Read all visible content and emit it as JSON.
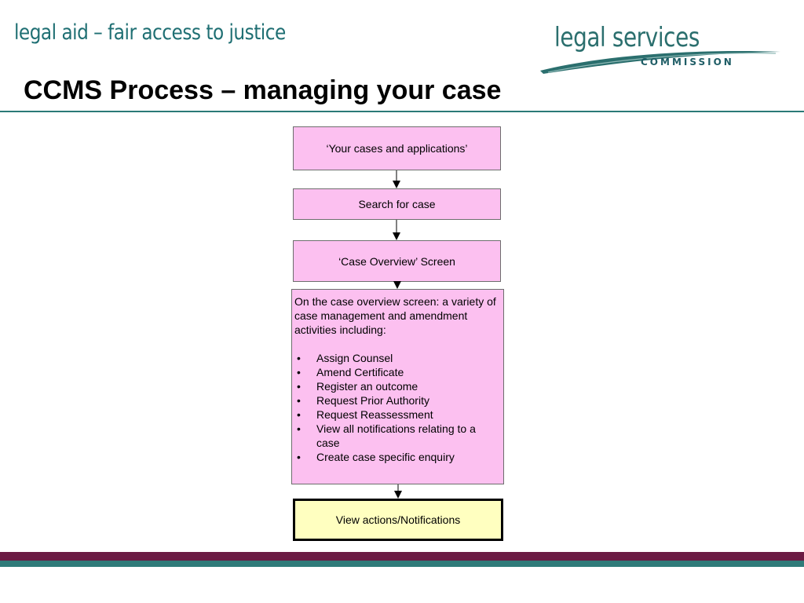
{
  "header": {
    "tagline": "legal aid – fair access to justice",
    "logo": {
      "name": "legal services",
      "sub": "COMMISSION"
    }
  },
  "title": "CCMS Process – managing your case",
  "flow": {
    "step1": "‘Your cases and applications’",
    "step2": "Search for case",
    "step3": "‘Case Overview’ Screen",
    "step4": {
      "intro": "On the case overview screen: a variety of case management and amendment activities including:",
      "items": [
        "Assign Counsel",
        "Amend Certificate",
        "Register an outcome",
        "Request Prior Authority",
        "Request Reassessment",
        "View all notifications relating to a case",
        "Create case specific enquiry"
      ]
    },
    "step5": "View actions/Notifications"
  },
  "colors": {
    "box_fill": "#fcc0f0",
    "final_fill": "#ffffc0",
    "brand_teal": "#2b6f6e",
    "band_plum": "#6b1b43"
  }
}
